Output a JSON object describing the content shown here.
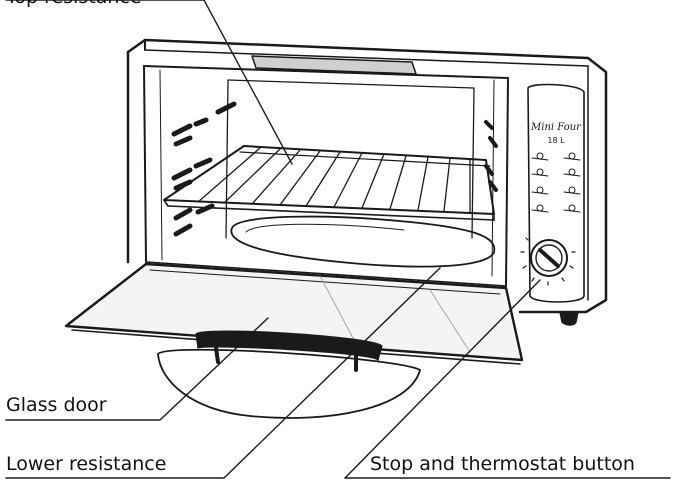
{
  "labels": {
    "top_partial": "Top resistance",
    "glass_door": "Glass door",
    "lower_resistance": "Lower resistance",
    "stop_thermostat": "Stop and thermostat button"
  },
  "panel": {
    "brand": "Mini Four",
    "model": "18 L"
  },
  "colors": {
    "line": "#1a1a1a",
    "glass": "#f4f4f4",
    "handle": "#1a1a1a",
    "background": "#ffffff"
  }
}
